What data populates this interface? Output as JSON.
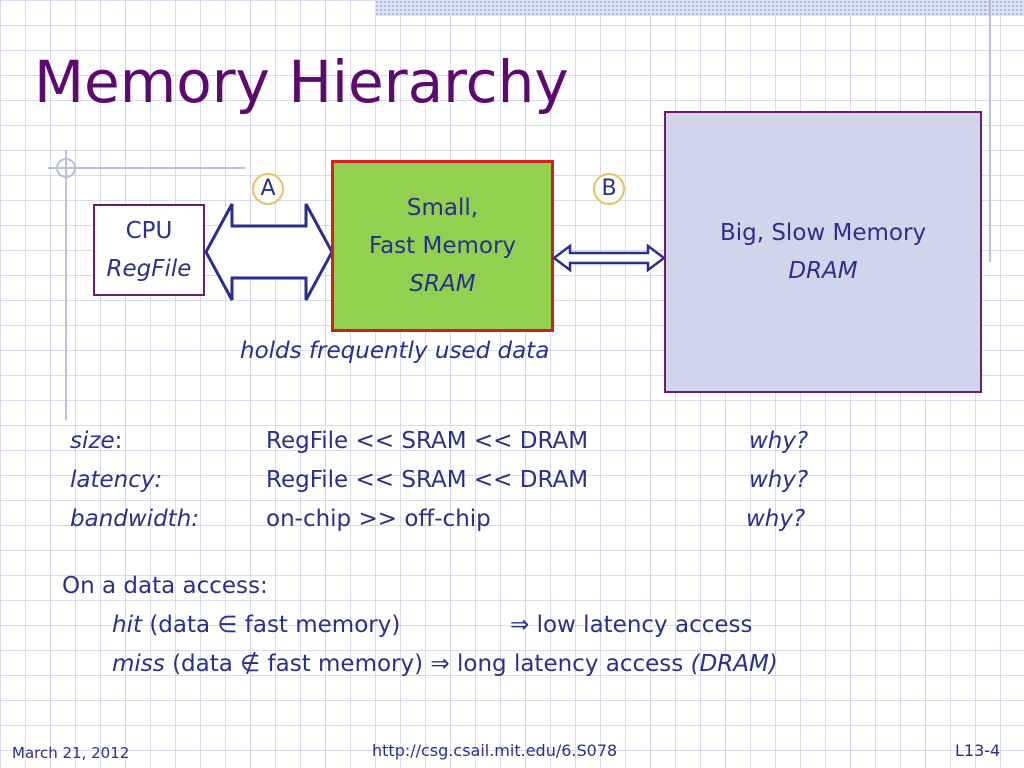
{
  "title": "Memory Hierarchy",
  "cpu_box": {
    "line1": "CPU",
    "line2": "RegFile"
  },
  "sram_box": {
    "line1": "Small,",
    "line2": "Fast Memory",
    "line3": "SRAM"
  },
  "dram_box": {
    "line1": "Big, Slow Memory",
    "line2": "DRAM"
  },
  "labels": {
    "a": "A",
    "b": "B"
  },
  "caption": "holds frequently used data",
  "comparisons": [
    {
      "label": "size",
      "label_suffix": ":",
      "relation": "RegFile  <<  SRAM  <<  DRAM",
      "why": "why?"
    },
    {
      "label": "latency:",
      "label_suffix": "",
      "relation": "RegFile  <<  SRAM  <<  DRAM",
      "why": "why?"
    },
    {
      "label": "bandwidth:",
      "label_suffix": "",
      "relation": "on-chip  >>  off-chip",
      "why": "why?"
    }
  ],
  "access": {
    "heading": "On a data access:",
    "hit": {
      "term": "hit",
      "condition": "(data ∈ fast memory)",
      "arrow": "⇒",
      "result": "low latency access",
      "extra": ""
    },
    "miss": {
      "term": "miss",
      "condition": "(data ∉ fast memory)",
      "arrow": "⇒",
      "result": "long latency access",
      "extra": "(DRAM)"
    }
  },
  "footer": {
    "date": "March 21, 2012",
    "url": "http://csg.csail.mit.edu/6.S078",
    "page": "L13-4"
  },
  "colors": {
    "title": "#5c0a6e",
    "text": "#2b2f8c",
    "sram_fill": "#92d050",
    "sram_border": "#d41f1f",
    "dram_fill": "#d2d4ec",
    "box_border": "#6b1e6e",
    "label_circle": "#e4c268"
  }
}
